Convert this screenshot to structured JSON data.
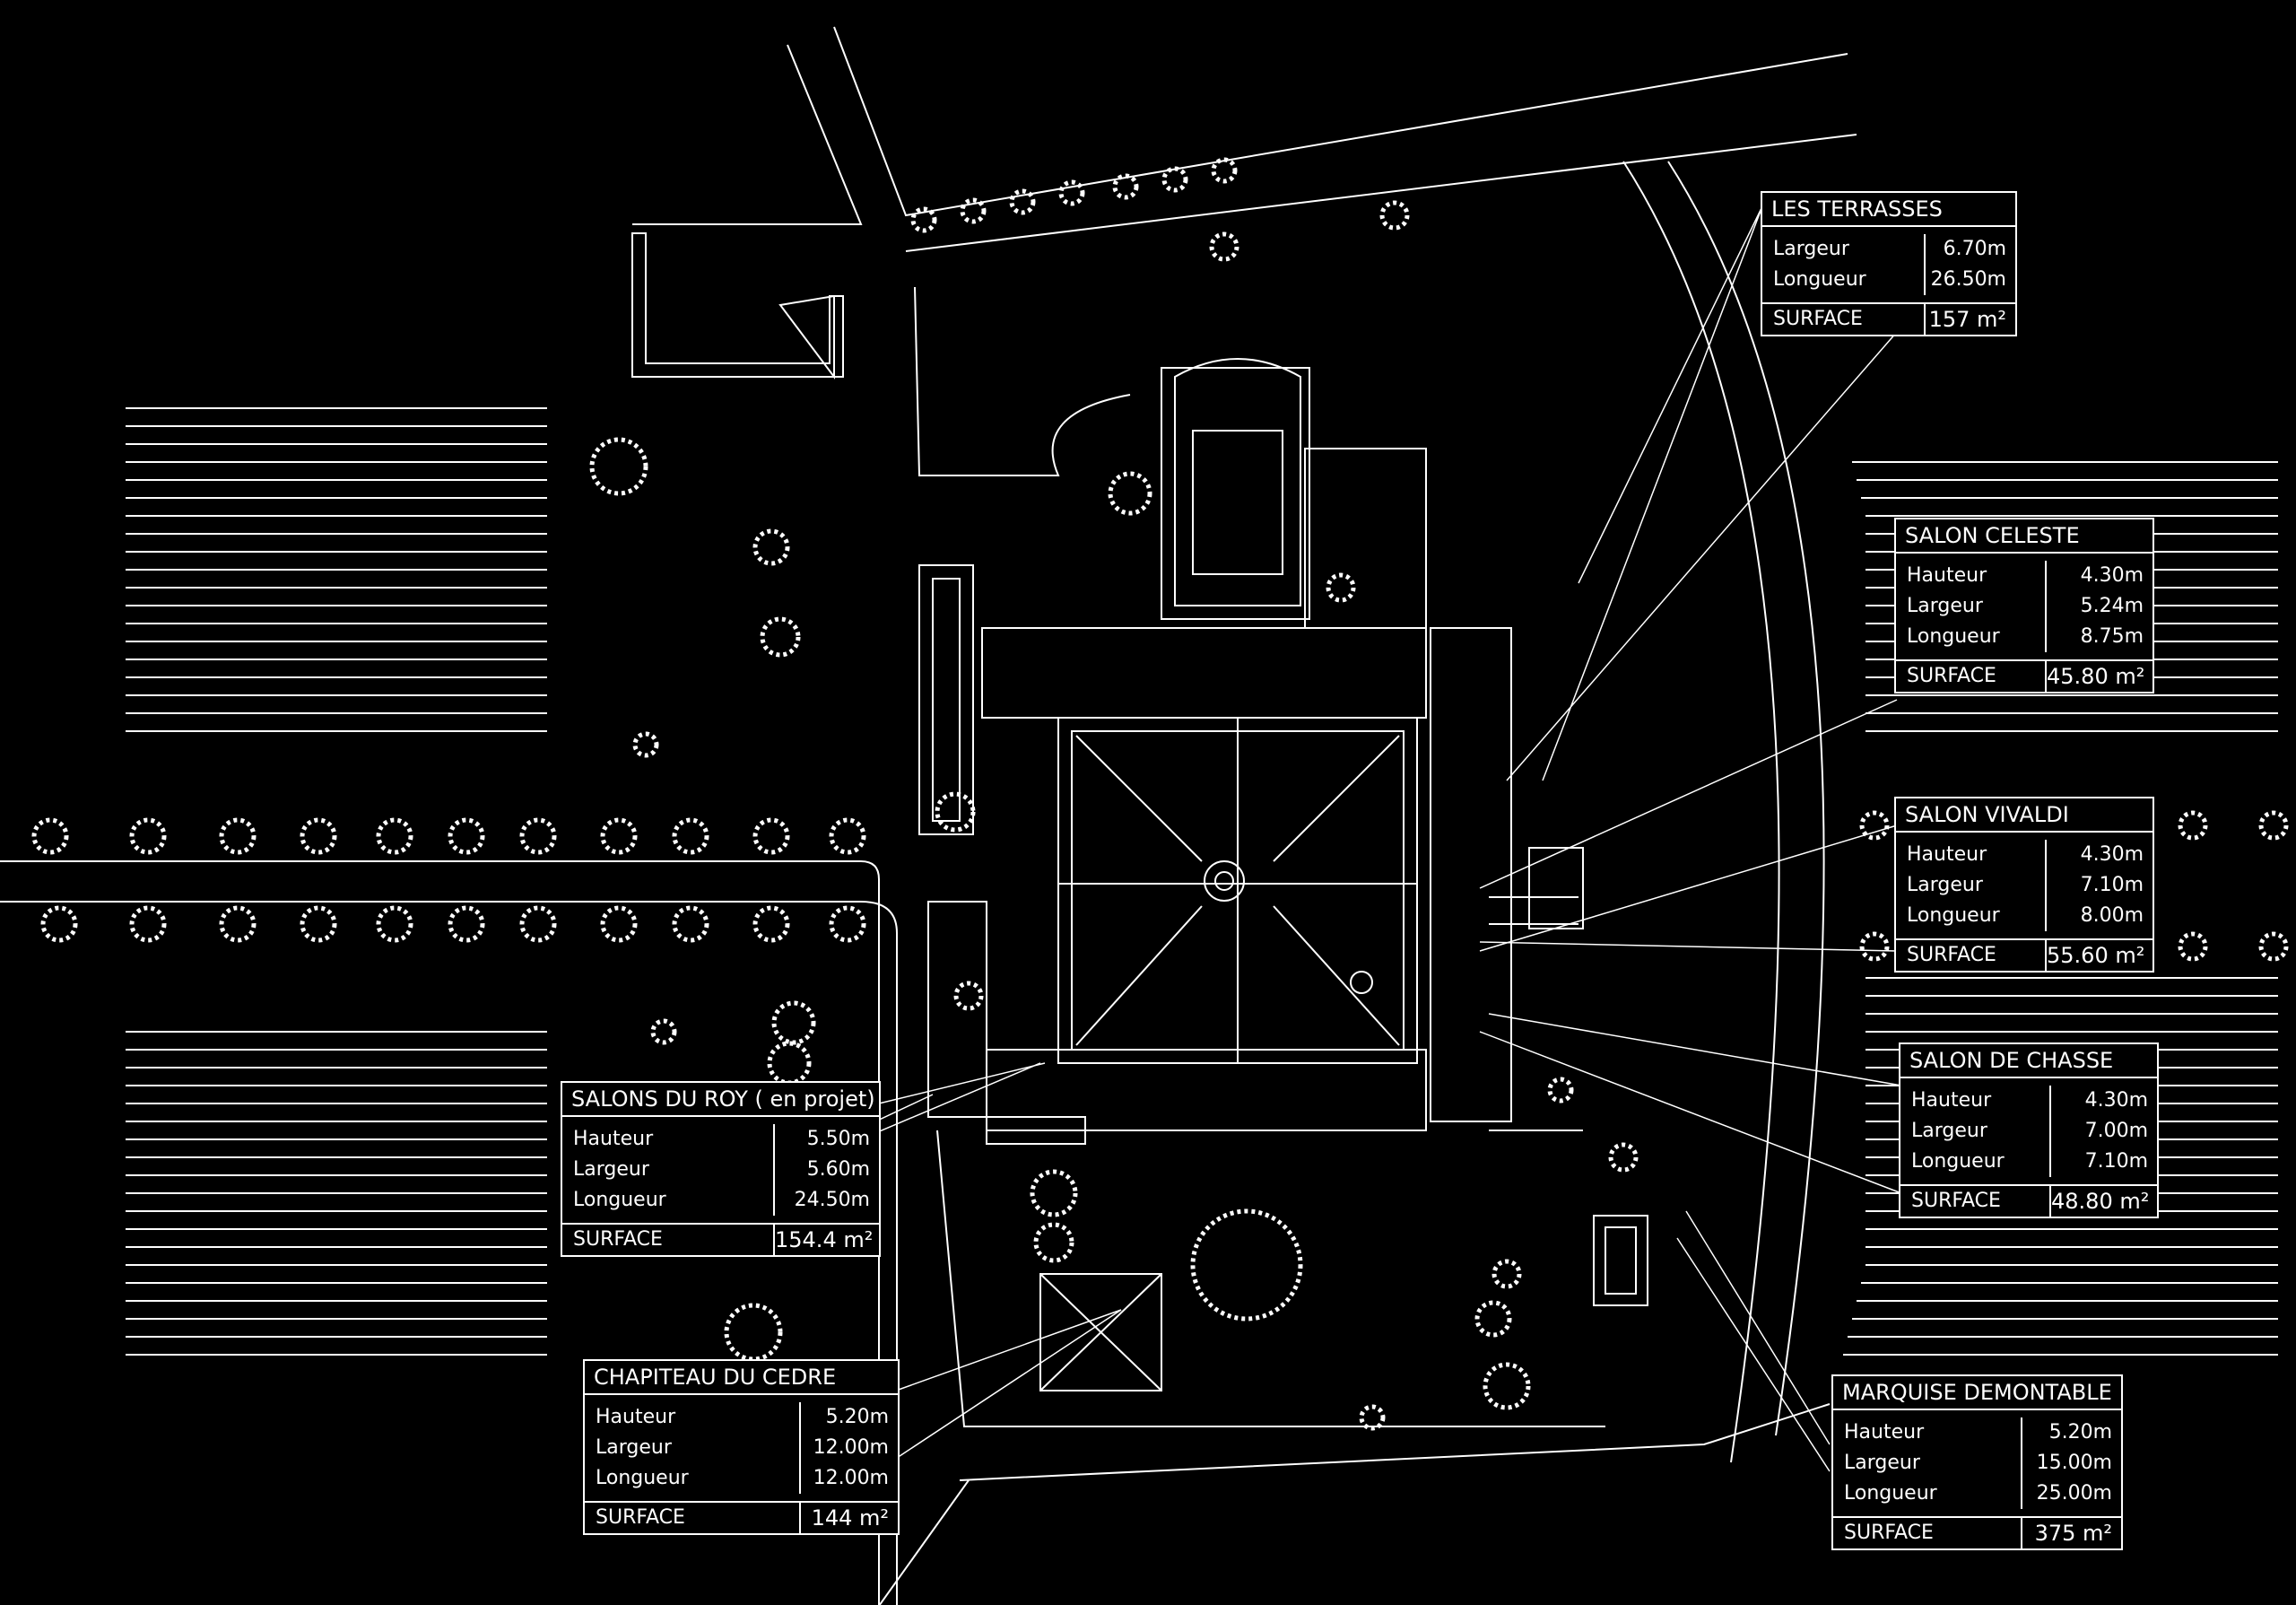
{
  "colors": {
    "background": "#000000",
    "lines": "#ffffff"
  },
  "tables": [
    {
      "id": "les-terrasses",
      "title": "LES TERRASSES",
      "rows": [
        {
          "label": "Largeur",
          "value": "6.70m"
        },
        {
          "label": "Longueur",
          "value": "26.50m"
        }
      ],
      "surface_label": "SURFACE",
      "surface_value": "157  m²"
    },
    {
      "id": "salon-celeste",
      "title": "SALON CELESTE",
      "rows": [
        {
          "label": "Hauteur",
          "value": "4.30m"
        },
        {
          "label": "Largeur",
          "value": "5.24m"
        },
        {
          "label": "Longueur",
          "value": "8.75m"
        }
      ],
      "surface_label": "SURFACE",
      "surface_value": "45.80  m²"
    },
    {
      "id": "salon-vivaldi",
      "title": "SALON VIVALDI",
      "rows": [
        {
          "label": "Hauteur",
          "value": "4.30m"
        },
        {
          "label": "Largeur",
          "value": "7.10m"
        },
        {
          "label": "Longueur",
          "value": "8.00m"
        }
      ],
      "surface_label": "SURFACE",
      "surface_value": "55.60  m²"
    },
    {
      "id": "salon-de-chasse",
      "title": "SALON  DE CHASSE",
      "rows": [
        {
          "label": "Hauteur",
          "value": "4.30m"
        },
        {
          "label": "Largeur",
          "value": "7.00m"
        },
        {
          "label": "Longueur",
          "value": "7.10m"
        }
      ],
      "surface_label": "SURFACE",
      "surface_value": "48.80  m²"
    },
    {
      "id": "salons-du-roy",
      "title": "SALONS DU ROY ( en projet)",
      "rows": [
        {
          "label": "Hauteur",
          "value": "5.50m"
        },
        {
          "label": "Largeur",
          "value": "5.60m"
        },
        {
          "label": "Longueur",
          "value": "24.50m"
        }
      ],
      "surface_label": "SURFACE",
      "surface_value": "154.4  m²"
    },
    {
      "id": "chapiteau-du-cedre",
      "title": "CHAPITEAU DU CEDRE",
      "rows": [
        {
          "label": "Hauteur",
          "value": "5.20m"
        },
        {
          "label": "Largeur",
          "value": "12.00m"
        },
        {
          "label": "Longueur",
          "value": "12.00m"
        }
      ],
      "surface_label": "SURFACE",
      "surface_value": "144  m²"
    },
    {
      "id": "marquise-demontable",
      "title": "MARQUISE DEMONTABLE",
      "rows": [
        {
          "label": "Hauteur",
          "value": "5.20m"
        },
        {
          "label": "Largeur",
          "value": "15.00m"
        },
        {
          "label": "Longueur",
          "value": "25.00m"
        }
      ],
      "surface_label": "SURFACE",
      "surface_value": "375  m²"
    }
  ]
}
